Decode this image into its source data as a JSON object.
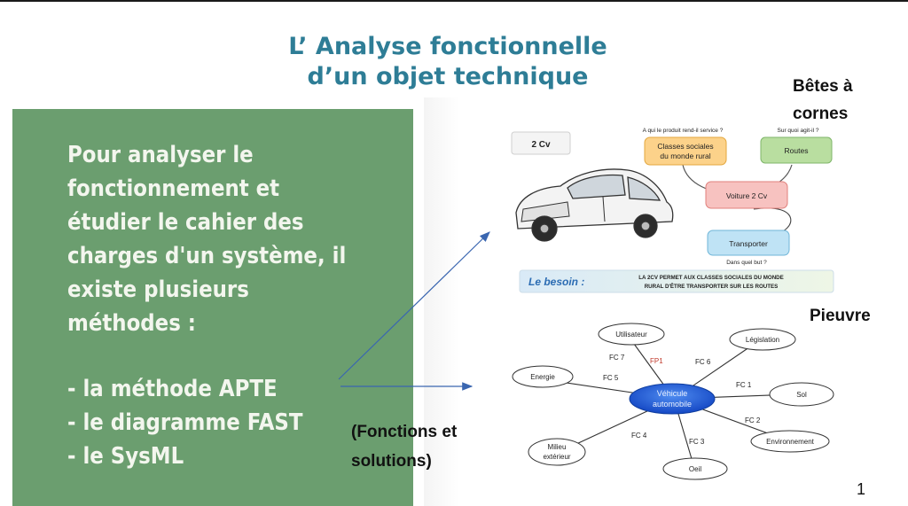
{
  "title": {
    "line1": "L’ Analyse fonctionnelle",
    "line2": "d’un objet technique"
  },
  "green_panel": {
    "paragraph_lines": [
      "Pour analyser le",
      "fonctionnement et",
      "étudier le cahier des",
      "charges d'un système, il",
      "existe plusieurs",
      "méthodes :"
    ],
    "methods": [
      "- la méthode APTE",
      "- le diagramme FAST",
      "- le SysML"
    ]
  },
  "labels": {
    "betes_line1": "Bêtes à",
    "betes_line2": "cornes",
    "pieuvre": "Pieuvre",
    "fonctions_line1": "(Fonctions et",
    "fonctions_line2": "solutions)"
  },
  "bete_diagram": {
    "product_tag": "2 Cv",
    "q_left": "A qui le produit rend-il service ?",
    "q_right": "Sur quoi agit-il ?",
    "box_classes_line1": "Classes sociales",
    "box_classes_line2": "du monde rural",
    "box_routes": "Routes",
    "box_voiture": "Voiture 2 Cv",
    "box_transporter": "Transporter",
    "q_bottom": "Dans quel but ?",
    "besoin_label": "Le besoin :",
    "besoin_line1": "LA 2CV PERMET AUX CLASSES SOCIALES DU MONDE",
    "besoin_line2": "RURAL D'ÊTRE TRANSPORTER SUR LES ROUTES"
  },
  "pieuvre_diagram": {
    "center_line1": "Véhicule",
    "center_line2": "automobile",
    "nodes": {
      "utilisateur": "Utilisateur",
      "legislation": "Législation",
      "energie": "Energie",
      "sol": "Sol",
      "environnement": "Environnement",
      "milieu_line1": "Milieu",
      "milieu_line2": "extérieur",
      "oeil": "Oeil"
    },
    "fc": {
      "fc7": "FC 7",
      "fp1": "FP1",
      "fc6": "FC 6",
      "fc5": "FC 5",
      "fc1": "FC 1",
      "fc2": "FC 2",
      "fc3": "FC 3",
      "fc4": "FC 4"
    }
  },
  "page_number": "1",
  "colors": {
    "title": "#2e7d96",
    "panel": "#6b9e6f",
    "center_node": "#1e5fd6",
    "accent_arrow": "#3a66b0"
  }
}
